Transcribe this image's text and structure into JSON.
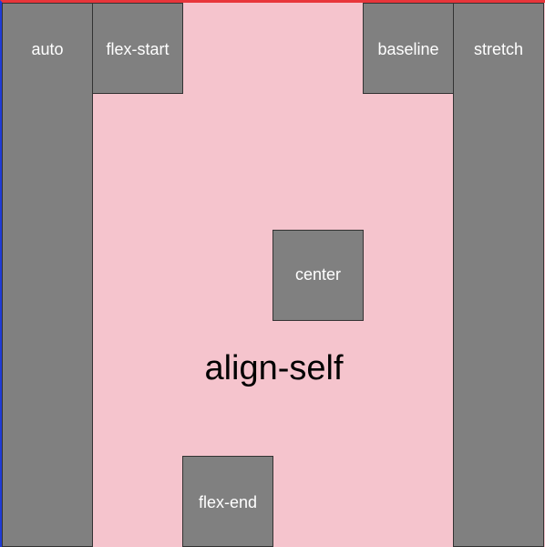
{
  "caption": "align-self",
  "items": [
    {
      "label": "auto"
    },
    {
      "label": "flex-start"
    },
    {
      "label": "flex-end"
    },
    {
      "label": "center"
    },
    {
      "label": "baseline"
    },
    {
      "label": "stretch"
    }
  ],
  "colors": {
    "container_background": "#f5c4cd",
    "item_background": "#808080",
    "top_border": "#e8353a",
    "left_border": "#1f3bd6"
  }
}
